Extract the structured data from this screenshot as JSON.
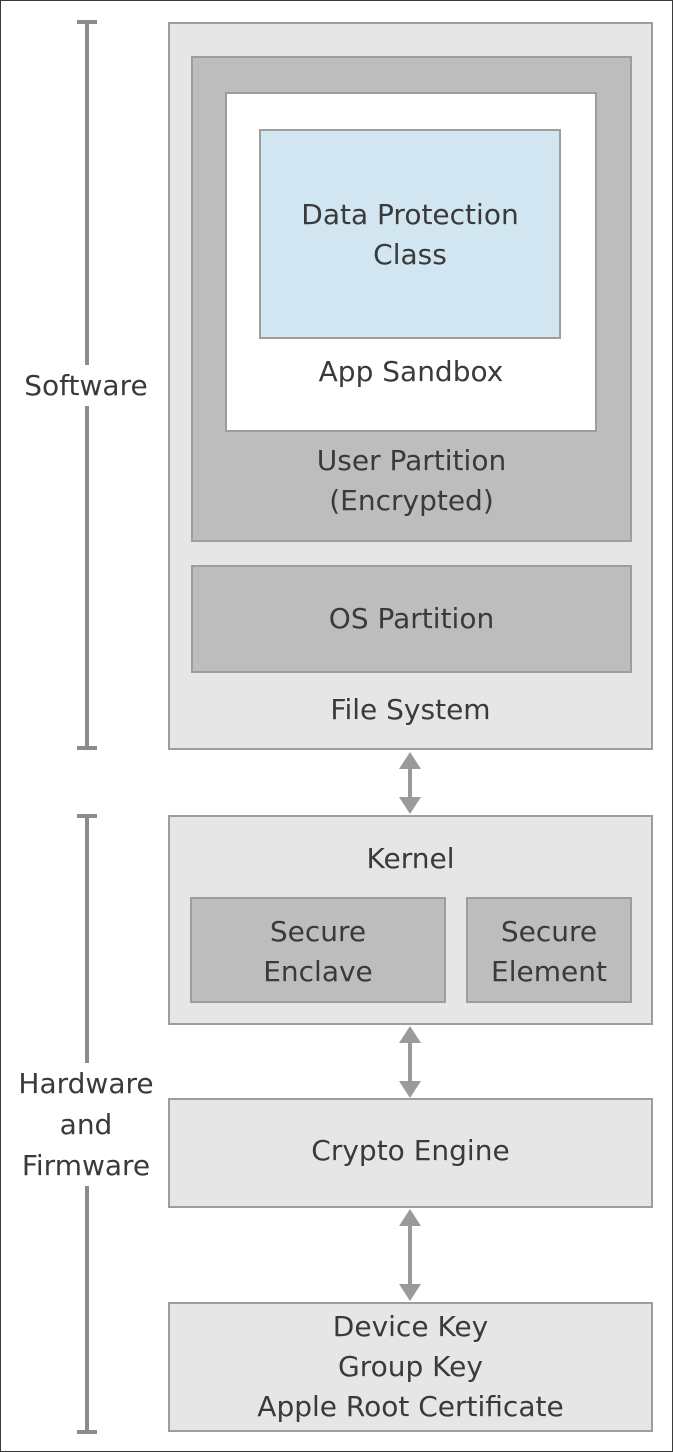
{
  "brackets": {
    "software": "Software",
    "hardware": "Hardware\nand\nFirmware"
  },
  "software": {
    "data_protection_class": "Data Protection\nClass",
    "app_sandbox": "App Sandbox",
    "user_partition": "User Partition\n(Encrypted)",
    "os_partition": "OS Partition",
    "file_system": "File System"
  },
  "hardware": {
    "kernel": "Kernel",
    "secure_enclave": "Secure\nEnclave",
    "secure_element": "Secure\nElement",
    "crypto_engine": "Crypto Engine",
    "keys": "Device Key\nGroup Key\nApple Root Certificate"
  },
  "colors": {
    "light_box": "#e6e6e7",
    "mid_box": "#bdbdbe",
    "white_box": "#ffffff",
    "blue_box": "#d1e6f0",
    "border": "#9d9d9d",
    "bracket": "#8c8c8c",
    "arrow": "#9a9a9a",
    "text": "#3a3a3a"
  }
}
